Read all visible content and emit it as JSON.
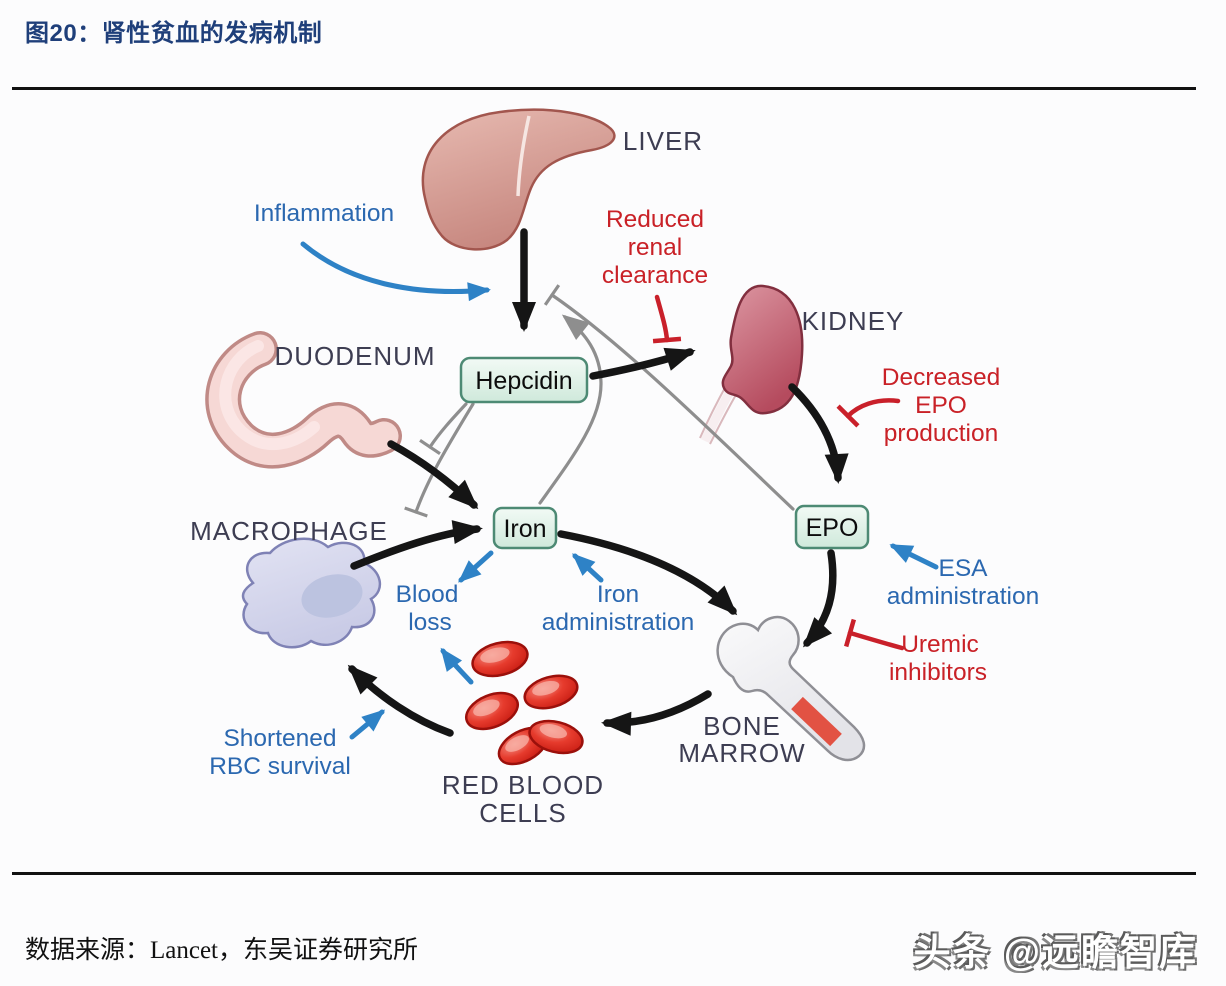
{
  "header": {
    "title": "图20：肾性贫血的发病机制"
  },
  "footer": {
    "source": "数据来源：Lancet，东吴证券研究所",
    "watermark": "头条 @远瞻智库"
  },
  "diagram": {
    "organs": {
      "liver": "LIVER",
      "kidney": "KIDNEY",
      "duodenum": "DUODENUM",
      "macrophage": "MACROPHAGE",
      "bone_marrow": [
        "BONE",
        "MARROW"
      ],
      "red_blood_cells": [
        "RED BLOOD",
        "CELLS"
      ]
    },
    "nodes": {
      "hepcidin": "Hepcidin",
      "iron": "Iron",
      "epo": "EPO"
    },
    "inhibitors": {
      "reduced_renal_clearance": [
        "Reduced",
        "renal",
        "clearance"
      ],
      "decreased_epo_production": [
        "Decreased",
        "EPO",
        "production"
      ],
      "uremic_inhibitors": [
        "Uremic",
        "inhibitors"
      ]
    },
    "contributors": {
      "inflammation": "Inflammation",
      "blood_loss": [
        "Blood",
        "loss"
      ],
      "iron_administration": [
        "Iron",
        "administration"
      ],
      "esa_administration": [
        "ESA",
        "administration"
      ],
      "shortened_rbc_survival": [
        "Shortened",
        "RBC survival"
      ]
    },
    "colors": {
      "title_navy": "#1f3f7a",
      "inhibitor_red": "#c92127",
      "contributor_blue": "#2b68b0",
      "arrow_black": "#151515",
      "arrow_gray": "#8e8e8e",
      "node_fill_light": "#eef8f2",
      "node_fill_dark": "#cfe9db",
      "node_border": "#4d8a74"
    }
  }
}
